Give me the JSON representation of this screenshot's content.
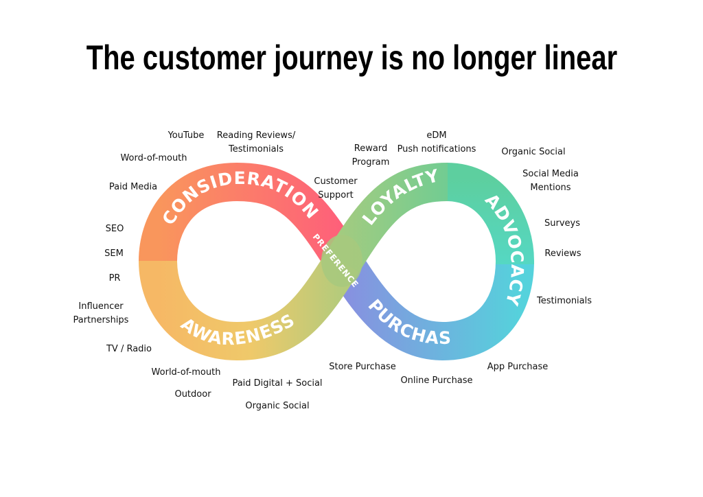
{
  "title": "The customer journey is no longer linear",
  "stages": {
    "consideration": "CONSIDERATION",
    "awareness": "AWARENESS",
    "preference": "PREFERENCE",
    "loyalty": "LOYALTY",
    "advocacy": "ADVOCACY",
    "purchase": "PURCHASE"
  },
  "colors": {
    "consideration": [
      "#f9965c",
      "#fe5f7a"
    ],
    "awareness": [
      "#f6c567",
      "#b3cb7c"
    ],
    "loyalty": [
      "#9bcb82",
      "#5ccd9a"
    ],
    "advocacy": [
      "#58d3b0",
      "#4fdede"
    ],
    "purchase": [
      "#5fc6de",
      "#8a8de0"
    ]
  },
  "labels": {
    "youtube": "YouTube",
    "reading_reviews": [
      "Reading Reviews/",
      "Testimonials"
    ],
    "word_of_mouth": "Word-of-mouth",
    "paid_media": "Paid Media",
    "seo": "SEO",
    "sem": "SEM",
    "pr": "PR",
    "influencer": [
      "Influencer",
      "Partnerships"
    ],
    "tv_radio": "TV / Radio",
    "world_of_mouth": "World-of-mouth",
    "outdoor": "Outdoor",
    "paid_digital": "Paid Digital + Social",
    "organic_social_bottom": "Organic Social",
    "store_purchase": "Store Purchase",
    "online_purchase": "Online Purchase",
    "app_purchase": "App Purchase",
    "testimonials": "Testimonials",
    "reviews": "Reviews",
    "surveys": "Surveys",
    "social_media_mentions": [
      "Social Media",
      "Mentions"
    ],
    "organic_social_top": "Organic Social",
    "edm": [
      "eDM",
      "Push notifications"
    ],
    "reward_program": [
      "Reward",
      "Program"
    ],
    "customer_support": [
      "Customer",
      "Support"
    ]
  }
}
